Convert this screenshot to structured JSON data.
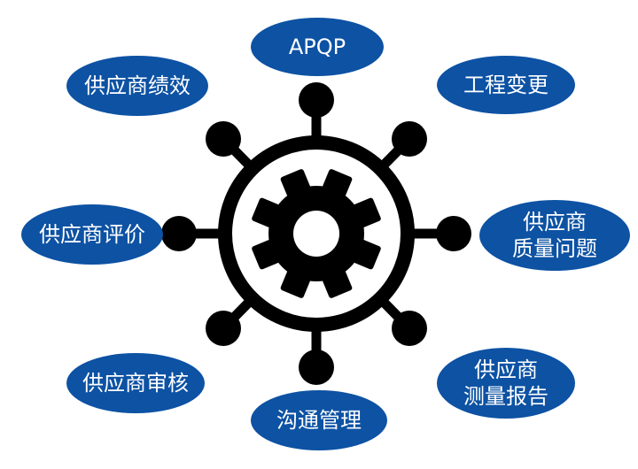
{
  "diagram": {
    "colors": {
      "node_fill": "#0d52a3",
      "node_text": "#ffffff",
      "hub": "#000000",
      "background": "#ffffff"
    },
    "center_icon": "gear-icon",
    "nodes": {
      "apqp": "APQP",
      "engineering_change": "工程变更",
      "supplier_quality_issue": "供应商\n质量问题",
      "supplier_measurement_report": "供应商\n测量报告",
      "communication_management": "沟通管理",
      "supplier_audit": "供应商审核",
      "supplier_evaluation": "供应商评价",
      "supplier_performance": "供应商绩效"
    }
  }
}
